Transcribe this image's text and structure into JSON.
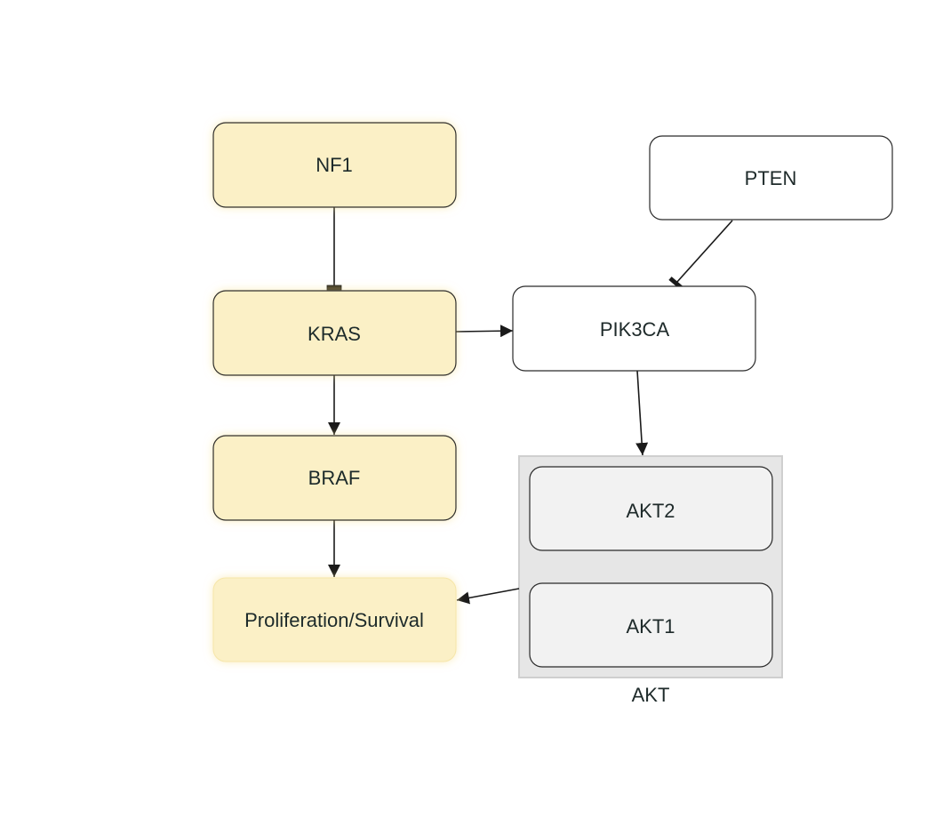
{
  "diagram": {
    "type": "signaling-pathway",
    "colors": {
      "highlight_fill": "#fbf0c6",
      "highlight_glow": "#fbe9a8",
      "plain_fill": "#ffffff",
      "group_fill": "#e6e6e6",
      "group_border": "#cfcfcf",
      "member_fill": "#f2f2f2",
      "stroke": "#222222",
      "text": "#1e2a2a"
    },
    "nodes": [
      {
        "id": "NF1",
        "label": "NF1",
        "style": "highlight"
      },
      {
        "id": "KRAS",
        "label": "KRAS",
        "style": "highlight"
      },
      {
        "id": "BRAF",
        "label": "BRAF",
        "style": "highlight"
      },
      {
        "id": "PROLIF",
        "label": "Proliferation/Survival",
        "style": "highlight-borderless"
      },
      {
        "id": "PTEN",
        "label": "PTEN",
        "style": "plain"
      },
      {
        "id": "PIK3CA",
        "label": "PIK3CA",
        "style": "plain"
      },
      {
        "id": "AKT2",
        "label": "AKT2",
        "style": "member",
        "group": "AKT"
      },
      {
        "id": "AKT1",
        "label": "AKT1",
        "style": "member",
        "group": "AKT"
      }
    ],
    "groups": [
      {
        "id": "AKT",
        "label": "AKT",
        "members": [
          "AKT2",
          "AKT1"
        ]
      }
    ],
    "edges": [
      {
        "from": "NF1",
        "to": "KRAS",
        "type": "inhibition"
      },
      {
        "from": "KRAS",
        "to": "BRAF",
        "type": "activation"
      },
      {
        "from": "BRAF",
        "to": "PROLIF",
        "type": "activation"
      },
      {
        "from": "KRAS",
        "to": "PIK3CA",
        "type": "activation"
      },
      {
        "from": "PTEN",
        "to": "PIK3CA",
        "type": "inhibition"
      },
      {
        "from": "PIK3CA",
        "to": "AKT",
        "type": "activation"
      },
      {
        "from": "AKT",
        "to": "PROLIF",
        "type": "activation"
      }
    ]
  }
}
